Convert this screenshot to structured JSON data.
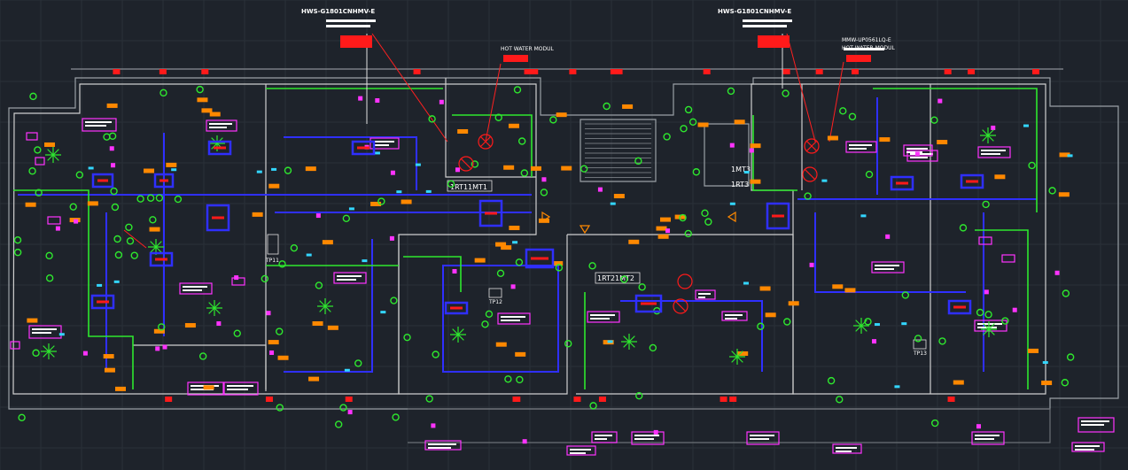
{
  "colors": {
    "background": "#1e232b",
    "wall": "#d8d8d8",
    "hot_pipe": "#2f2fff",
    "cold_pipe": "#2ee82e",
    "tag_box": "#ff33ff",
    "equipment": "#ff1a1a",
    "fixture": "#ff8800",
    "leader": "#ff2020"
  },
  "diagram": {
    "equipment_labels": [
      {
        "id": "hws-left",
        "text": "HWS-G1801CNHMV-E"
      },
      {
        "id": "hws-right",
        "text": "HWS-G1801CNHMV-E"
      }
    ],
    "module_labels": [
      {
        "id": "hw-modul-left",
        "text": "HOT WATER MODUL"
      },
      {
        "id": "mww-code",
        "text": "MMW-UP0561LQ-E"
      },
      {
        "id": "hw-modul-right",
        "text": "HOT WATER MODUL"
      }
    ],
    "riser_tags": [
      {
        "id": "rt11",
        "text": "1RT11MT1"
      },
      {
        "id": "mt3",
        "text": "1MT3"
      },
      {
        "id": "rt3",
        "text": "1RT3"
      },
      {
        "id": "rt21",
        "text": "1RT21MT2"
      }
    ],
    "panel_tags": [
      {
        "id": "tp11",
        "text": "TP11"
      },
      {
        "id": "tp12",
        "text": "TP12"
      },
      {
        "id": "tp13",
        "text": "TP13"
      }
    ]
  }
}
